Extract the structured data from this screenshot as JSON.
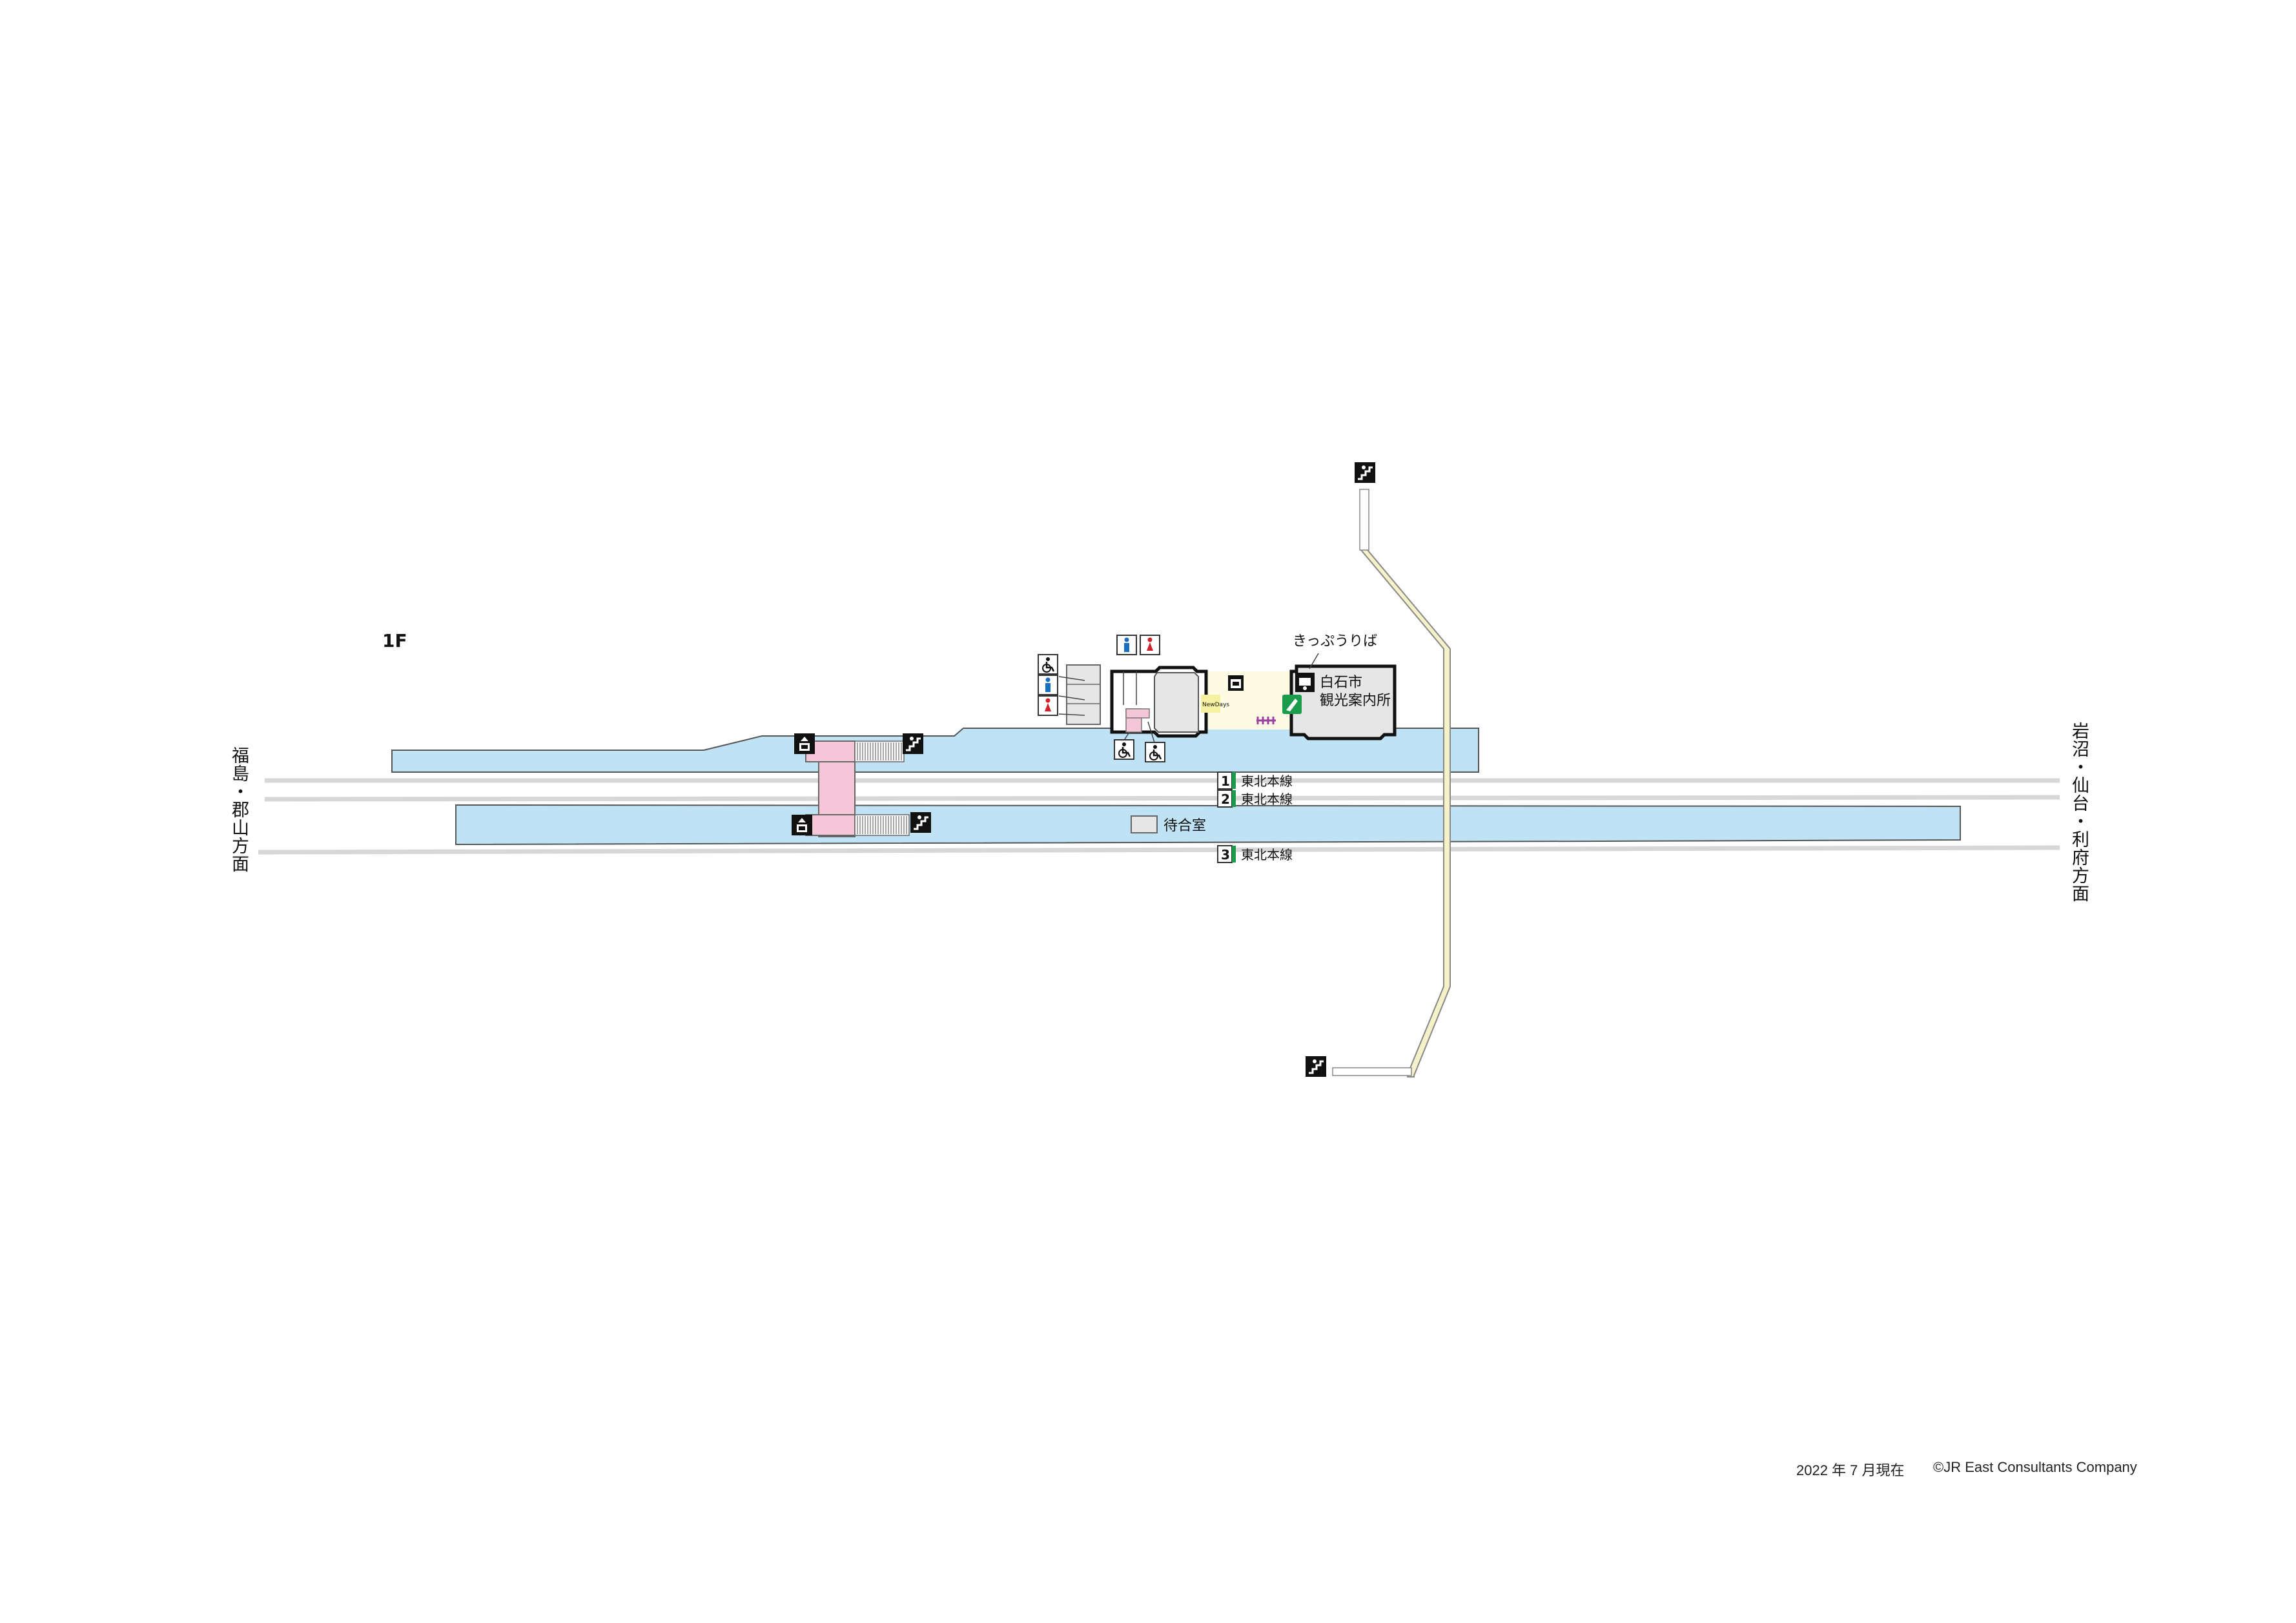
{
  "floor_label": "1F",
  "direction_left": "福島・郡山方面",
  "direction_right": "岩沼・仙台・利府方面",
  "ticket_office_label": "きっぷうりば",
  "tourist_info_label": [
    "白石市",
    "観光案内所"
  ],
  "waiting_room_label": "待合室",
  "track_labels": [
    {
      "number": "1",
      "line": "東北本線"
    },
    {
      "number": "2",
      "line": "東北本線"
    },
    {
      "number": "3",
      "line": "東北本線"
    }
  ],
  "newdays_label": "NewDays",
  "footer": {
    "date": "2022 年 7 月現在",
    "copyright": "©JR East Consultants Company"
  },
  "icons": [
    "stairs-icon",
    "elevator-icon",
    "wheelchair-icon",
    "male-toilet-icon",
    "female-toilet-icon",
    "ticket-machine-icon",
    "ticket-gate-icon",
    "green-window-icon",
    "store-icon"
  ],
  "colors": {
    "platform": "#bfe3f5",
    "overpass": "#f5c6d8",
    "free_passage": "#f5f1c8",
    "concourse": "#fdfbe3",
    "station_building": "#e6e6e6",
    "track": "#d9d9d9",
    "jr_green": "#1a9c4a",
    "male": "#1a6fc0",
    "female": "#d0202a"
  }
}
